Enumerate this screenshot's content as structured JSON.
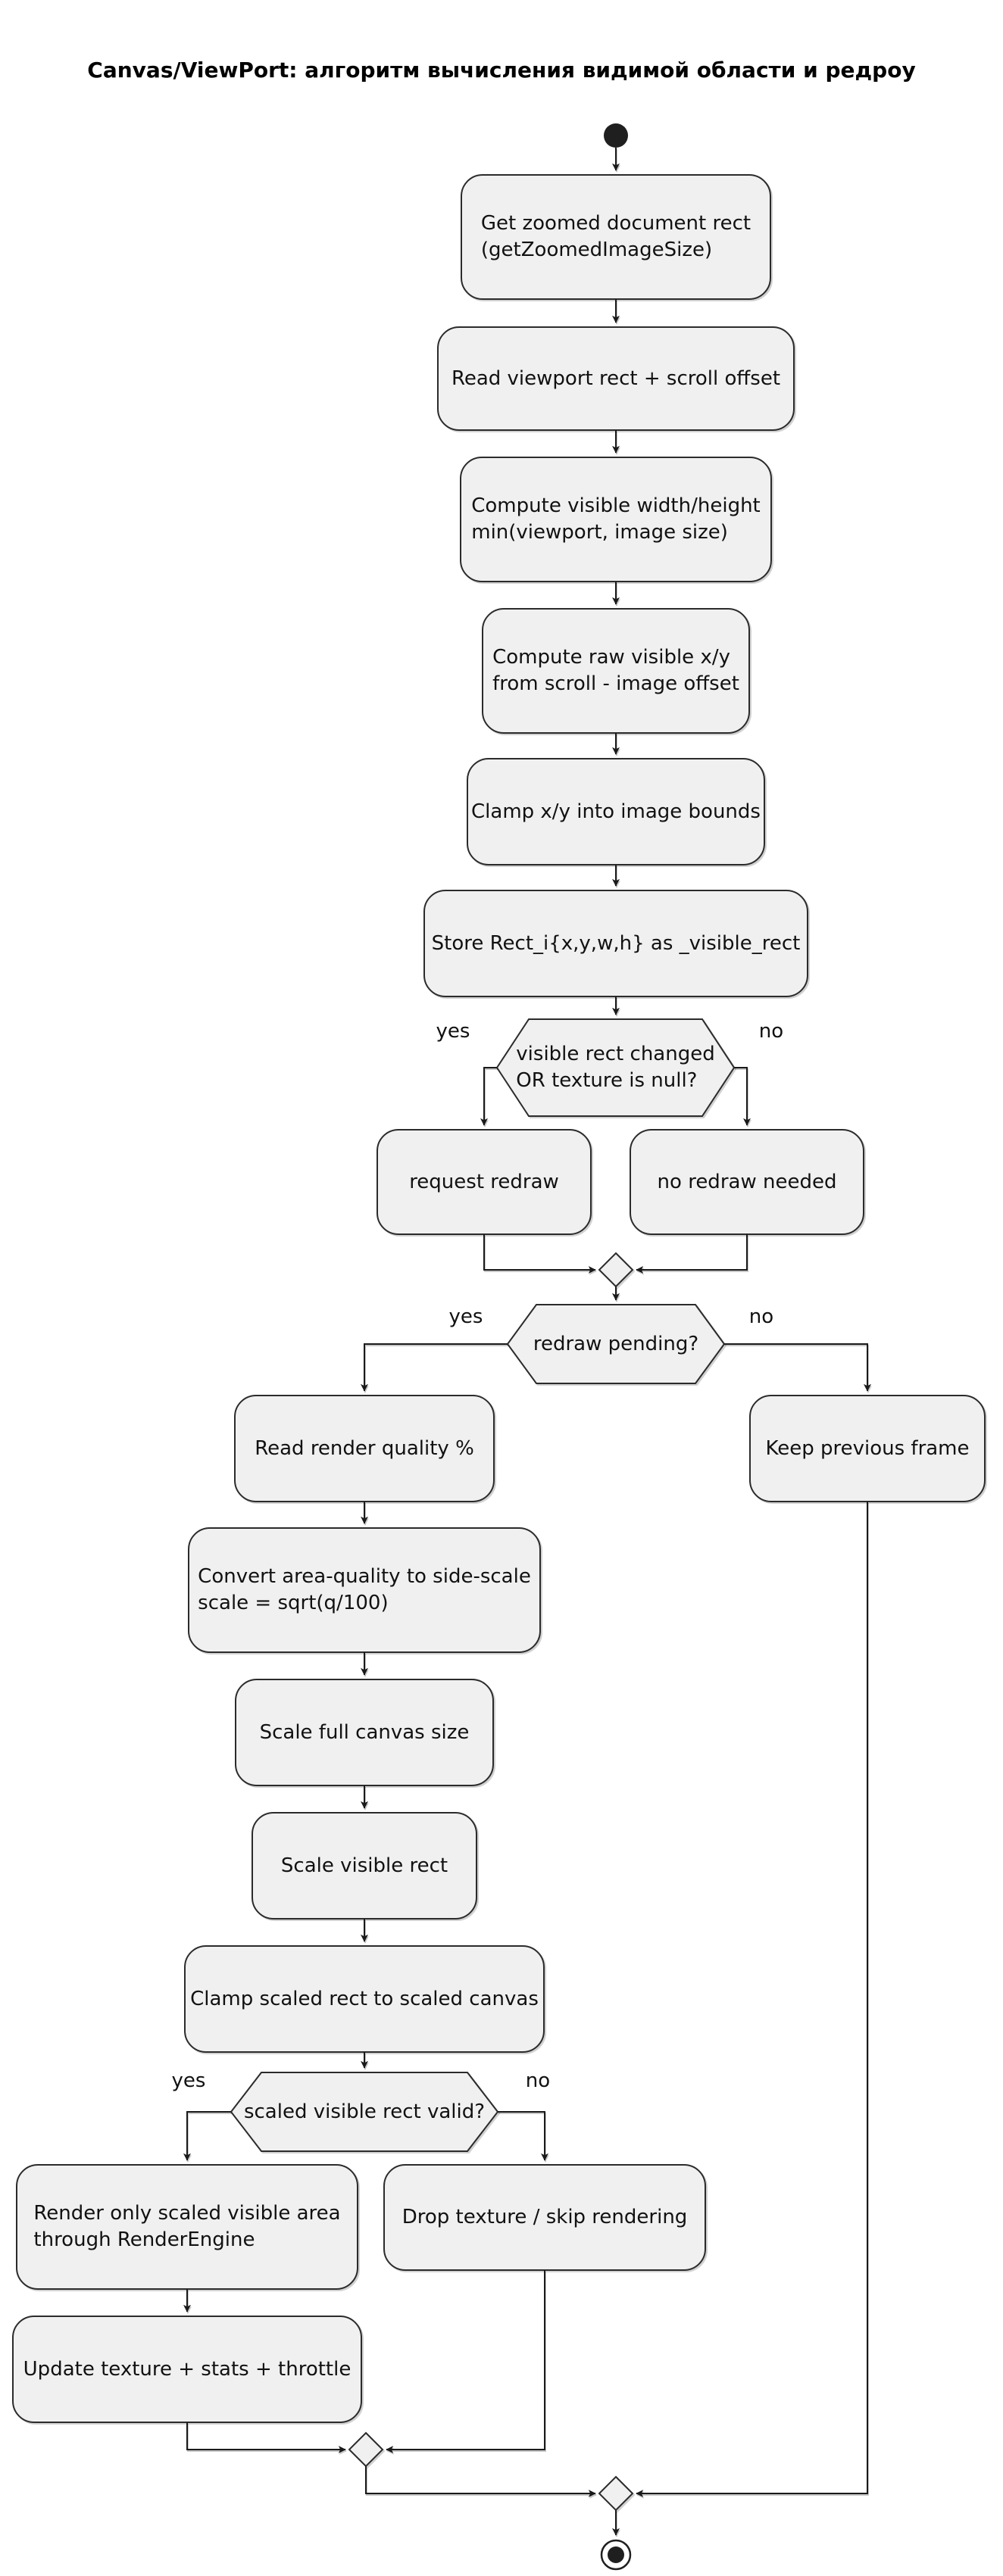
{
  "title": "Canvas/ViewPort: алгоритм вычисления видимой области и редроу",
  "labels": {
    "yes": "yes",
    "no": "no"
  },
  "nodes": {
    "get_zoomed_rect": "Get zoomed document rect\n(getZoomedImageSize)",
    "read_viewport": "Read viewport rect + scroll offset",
    "compute_visible_wh": "Compute visible width/height\nmin(viewport, image size)",
    "compute_raw_xy": "Compute raw visible x/y\nfrom scroll - image offset",
    "clamp_xy": "Clamp x/y into image bounds",
    "store_rect": "Store Rect_i{x,y,w,h} as _visible_rect",
    "request_redraw": "request redraw",
    "no_redraw": "no redraw needed",
    "read_quality": "Read render quality %",
    "convert_quality": "Convert area-quality to side-scale\nscale = sqrt(q/100)",
    "scale_canvas": "Scale full canvas size",
    "scale_visible": "Scale visible rect",
    "clamp_scaled": "Clamp scaled rect to scaled canvas",
    "render_visible": "Render only scaled visible area\nthrough RenderEngine",
    "drop_texture": "Drop texture / skip rendering",
    "update_texture": "Update texture + stats + throttle",
    "keep_frame": "Keep previous frame"
  },
  "decisions": {
    "rect_changed": "visible rect changed\nOR texture is null?",
    "redraw_pending": "redraw pending?",
    "scaled_valid": "scaled visible rect valid?"
  },
  "colors": {
    "background": "#ffffff",
    "node_fill": "#f0f0f0",
    "node_border": "#2b2b2b",
    "line": "#1a1a1a",
    "text": "#111111",
    "start_end": "#1f1f1f"
  }
}
